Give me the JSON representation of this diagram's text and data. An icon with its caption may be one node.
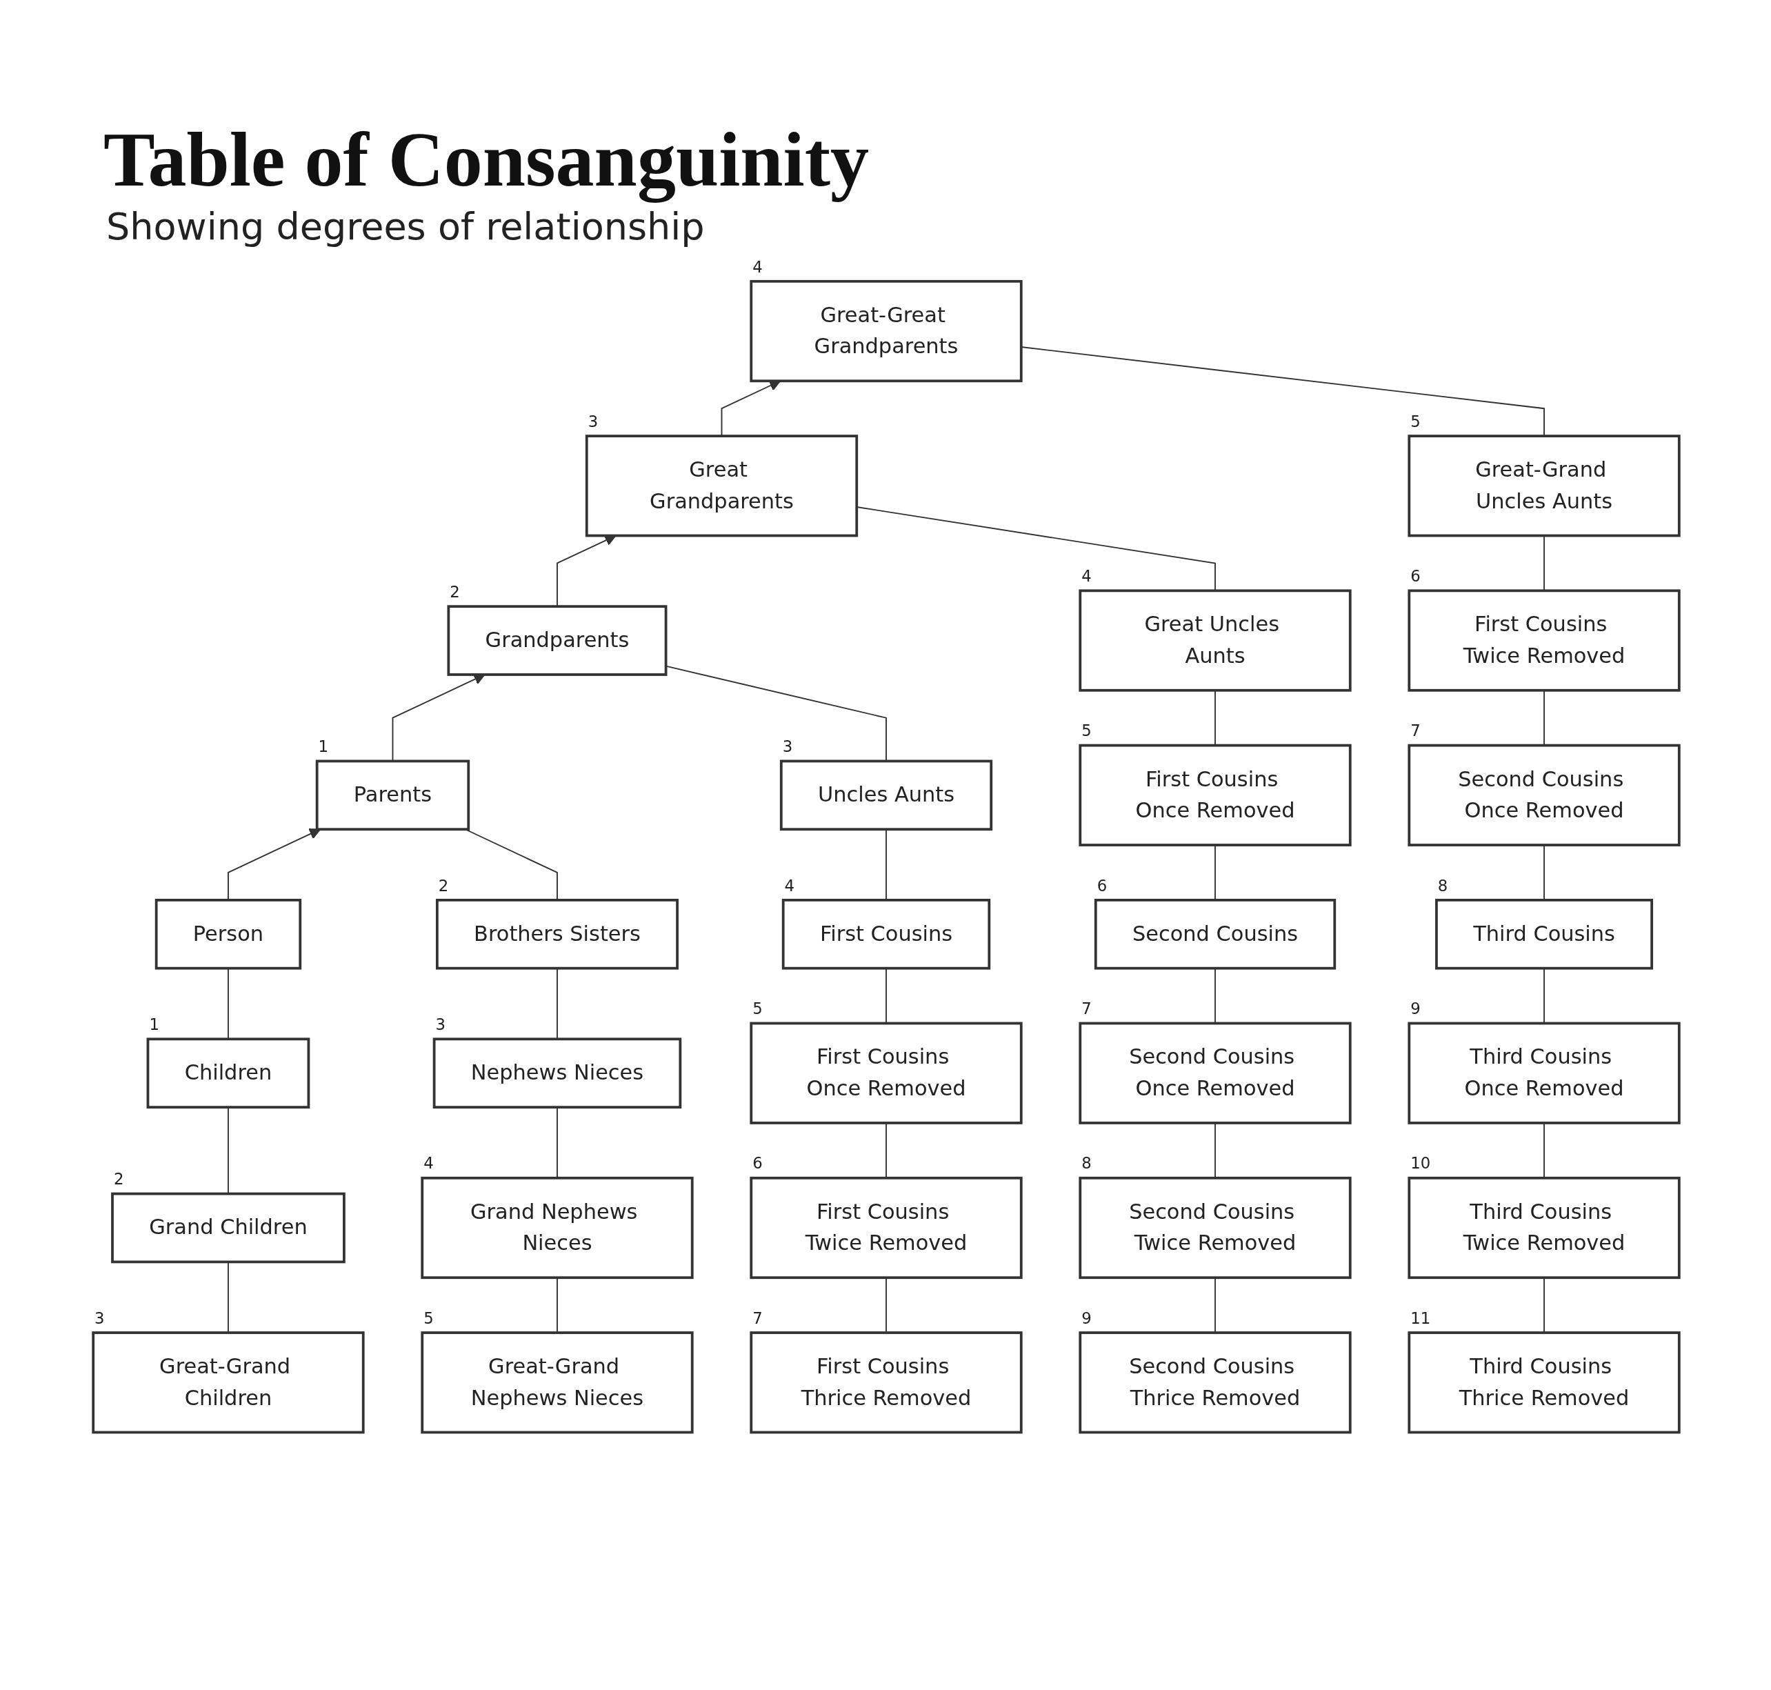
{
  "diagram": {
    "title": "Table of Consanguinity",
    "nodes": [
      {
        "text": [
          "Great-Great Grandparents"
        ],
        "beside": [
          "4"
        ]
      },
      {
        "text": [
          "Great Grandparents"
        ],
        "beside": [
          "3"
        ]
      },
      {
        "text": [
          "Great-Grand Uncles Aunts"
        ],
        "beside": [
          "5"
        ]
      },
      {
        "text": [
          "Grandparents"
        ],
        "beside": [
          "2"
        ]
      },
      {
        "text": [
          "Great Uncles Aunts"
        ],
        "beside": [
          "4"
        ]
      },
      {
        "text": [
          "First Cousins Twice Removed"
        ],
        "beside": [
          "6"
        ]
      },
      {
        "text": [
          "Parents"
        ],
        "beside": [
          "1"
        ]
      },
      {
        "text": [
          "Uncles Aunts"
        ],
        "beside": [
          "3"
        ]
      },
      {
        "text": [
          "First Cousins Once Removed"
        ],
        "beside": [
          "5"
        ]
      },
      {
        "text": [
          "Second Cousins Once Removed"
        ],
        "beside": [
          "7"
        ]
      },
      {
        "text": [
          "Person"
        ]
      },
      {
        "text": [
          "Brothers Sisters"
        ],
        "beside": [
          "2"
        ]
      },
      {
        "text": [
          "First Cousins"
        ],
        "beside": [
          "4"
        ]
      },
      {
        "text": [
          "Second Cousins"
        ],
        "beside": [
          "6"
        ]
      },
      {
        "text": [
          "Third Cousins"
        ],
        "beside": [
          "8"
        ]
      },
      {
        "text": [
          "Children"
        ],
        "beside": [
          "1"
        ]
      },
      {
        "text": [
          "Nephews Nieces"
        ],
        "beside": [
          "3"
        ]
      },
      {
        "text": [
          "First Cousins Once Removed"
        ],
        "beside": [
          "5"
        ]
      },
      {
        "text": [
          "Second Cousins Once Removed"
        ],
        "beside": [
          "7"
        ]
      },
      {
        "text": [
          "Third Cousins Once Removed"
        ],
        "beside": [
          "9"
        ]
      },
      {
        "text": [
          "Grand Children"
        ],
        "beside": [
          "2"
        ]
      },
      {
        "text": [
          "Grand Nephews Nieces"
        ],
        "beside": [
          "4"
        ]
      },
      {
        "text": [
          "First Cousins Twice Removed"
        ],
        "beside": [
          "6"
        ]
      },
      {
        "text": [
          "Second Cousins Twice Removed"
        ],
        "beside": [
          "8"
        ]
      },
      {
        "text": [
          "Third Cousins Twice Removed"
        ],
        "beside": [
          "10"
        ]
      },
      {
        "text": [
          "Great-Grand Children"
        ],
        "beside": [
          "3"
        ]
      },
      {
        "text": [
          "Great-Grand Nephews Nieces"
        ],
        "beside": [
          "5"
        ]
      },
      {
        "text": [
          "First Cousins Thrice Removed"
        ],
        "beside": [
          "7"
        ]
      },
      {
        "text": [
          "Second Cousins Thrice Removed"
        ],
        "beside": [
          "9"
        ]
      },
      {
        "text": [
          "Third Cousins Thrice Removed"
        ],
        "beside": [
          "11"
        ]
      }
    ],
    "edges": [
      {
        "from": 10,
        "to": 6,
        "arrow": "to"
      },
      {
        "from": 6,
        "to": 3,
        "arrow": "to"
      },
      {
        "from": 3,
        "to": 1,
        "arrow": "to"
      },
      {
        "from": 1,
        "to": 0,
        "arrow": "to"
      },
      {
        "from": 15,
        "to": 10,
        "arrow": "none"
      },
      {
        "from": 20,
        "to": 15,
        "arrow": "none"
      },
      {
        "from": 25,
        "to": 20,
        "arrow": "none"
      },
      {
        "from": 11,
        "to": 6,
        "arrow": "none"
      },
      {
        "from": 16,
        "to": 11,
        "arrow": "none"
      },
      {
        "from": 21,
        "to": 16,
        "arrow": "none"
      },
      {
        "from": 26,
        "to": 21,
        "arrow": "none"
      },
      {
        "from": 7,
        "to": 3,
        "arrow": "none"
      },
      {
        "from": 12,
        "to": 7,
        "arrow": "none"
      },
      {
        "from": 17,
        "to": 12,
        "arrow": "none"
      },
      {
        "from": 22,
        "to": 17,
        "arrow": "none"
      },
      {
        "from": 27,
        "to": 22,
        "arrow": "none"
      },
      {
        "from": 4,
        "to": 1,
        "arrow": "none"
      },
      {
        "from": 8,
        "to": 4,
        "arrow": "none"
      },
      {
        "from": 13,
        "to": 8,
        "arrow": "none"
      },
      {
        "from": 18,
        "to": 13,
        "arrow": "none"
      },
      {
        "from": 23,
        "to": 18,
        "arrow": "none"
      },
      {
        "from": 28,
        "to": 23,
        "arrow": "none"
      },
      {
        "from": 2,
        "to": 0,
        "arrow": "none"
      },
      {
        "from": 5,
        "to": 2,
        "arrow": "none"
      },
      {
        "from": 9,
        "to": 5,
        "arrow": "none"
      },
      {
        "from": 14,
        "to": 9,
        "arrow": "none"
      },
      {
        "from": 19,
        "to": 14,
        "arrow": "none"
      },
      {
        "from": 24,
        "to": 19,
        "arrow": "none"
      },
      {
        "from": 29,
        "to": 24,
        "arrow": "none"
      }
    ],
    "labels": [
      "Showing degrees of relationship"
    ]
  }
}
